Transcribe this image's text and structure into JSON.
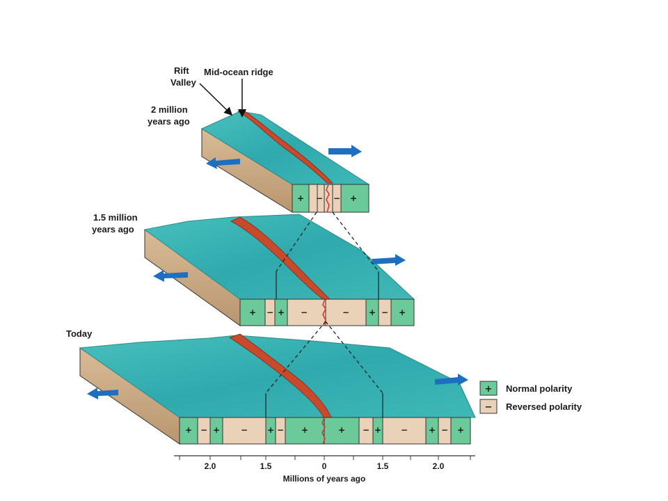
{
  "labels": {
    "rift_valley_line1": "Rift",
    "rift_valley_line2": "Valley",
    "mid_ocean_ridge": "Mid-ocean ridge",
    "stage_2myr_line1": "2 million",
    "stage_2myr_line2": "years ago",
    "stage_15myr_line1": "1.5 million",
    "stage_15myr_line2": "years ago",
    "stage_today": "Today"
  },
  "legend": {
    "normal_symbol": "+",
    "normal_label": "Normal polarity",
    "reversed_symbol": "−",
    "reversed_label": "Reversed polarity"
  },
  "axis": {
    "title": "Millions of years ago",
    "ticks": [
      "2.0",
      "1.5",
      "0",
      "1.5",
      "2.0"
    ]
  },
  "blocks": {
    "block_2myr": {
      "symbols": [
        "+",
        "−",
        "−",
        "+"
      ]
    },
    "block_15myr": {
      "symbols": [
        "+",
        "−",
        "+",
        "−",
        "−",
        "+",
        "−",
        "+"
      ]
    },
    "block_today": {
      "symbols": [
        "+",
        "−",
        "+",
        "−",
        "+",
        "−",
        "+",
        "+",
        "−",
        "+",
        "−",
        "+",
        "−",
        "+"
      ]
    }
  },
  "colors": {
    "normal": "#6cc99a",
    "reversed": "#ead2b8",
    "ocean": "#3ab5b3",
    "ridge": "#d2452a",
    "arrow": "#1f6fc0",
    "side": "#c9ab88"
  }
}
